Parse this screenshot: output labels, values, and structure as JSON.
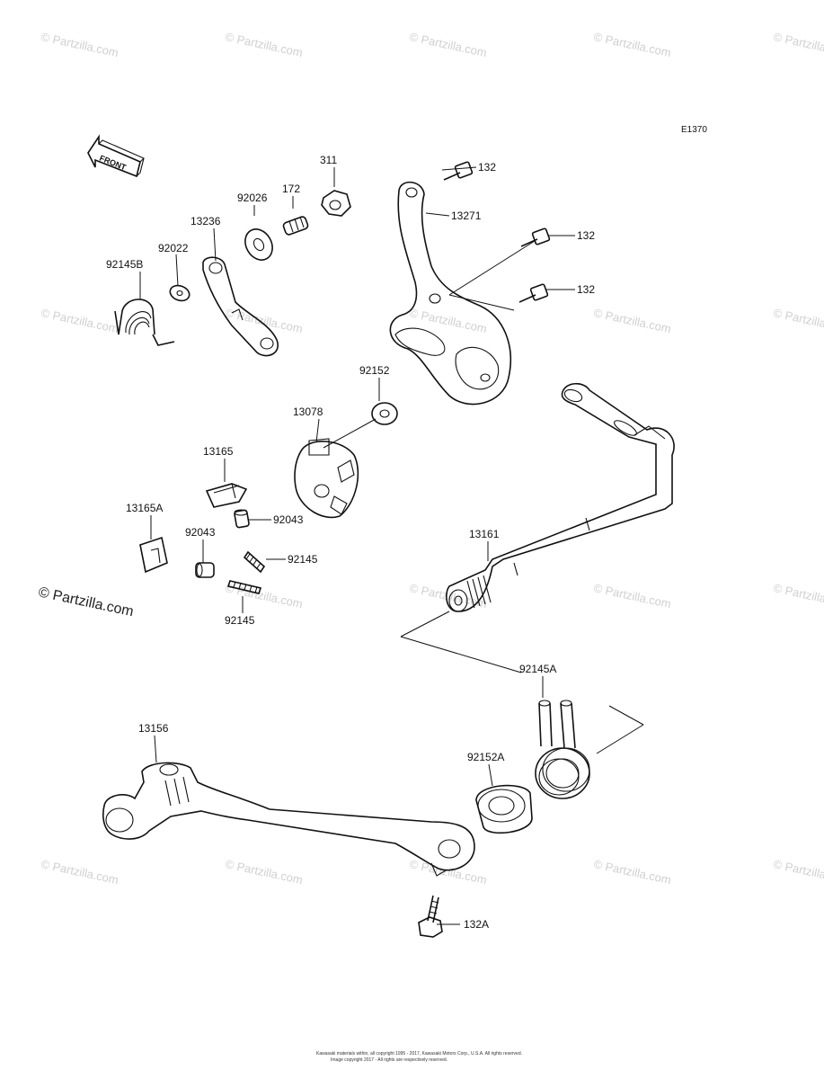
{
  "diagram": {
    "figure_id": "E1370",
    "front_marker": "FRONT",
    "parts": [
      {
        "id": "p311",
        "label": "311"
      },
      {
        "id": "p132a",
        "label": "132"
      },
      {
        "id": "p172",
        "label": "172"
      },
      {
        "id": "p92026",
        "label": "92026"
      },
      {
        "id": "p13271",
        "label": "13271"
      },
      {
        "id": "p13236",
        "label": "13236"
      },
      {
        "id": "p132b",
        "label": "132"
      },
      {
        "id": "p92022",
        "label": "92022"
      },
      {
        "id": "p92145B",
        "label": "92145B"
      },
      {
        "id": "p132c",
        "label": "132"
      },
      {
        "id": "p92152",
        "label": "92152"
      },
      {
        "id": "p13078",
        "label": "13078"
      },
      {
        "id": "p13165",
        "label": "13165"
      },
      {
        "id": "p92043a",
        "label": "92043"
      },
      {
        "id": "p13165A",
        "label": "13165A"
      },
      {
        "id": "p92043b",
        "label": "92043"
      },
      {
        "id": "p92145a",
        "label": "92145"
      },
      {
        "id": "p13161",
        "label": "13161"
      },
      {
        "id": "p92145b",
        "label": "92145"
      },
      {
        "id": "p92145A",
        "label": "92145A"
      },
      {
        "id": "p13156",
        "label": "13156"
      },
      {
        "id": "p92152A",
        "label": "92152A"
      },
      {
        "id": "p132A",
        "label": "132A"
      }
    ]
  },
  "watermark": {
    "text": "© Partzilla.com"
  },
  "footer": {
    "line1": "Kawasaki materials within, all copyright 1995 - 2017, Kawasaki Motors Corp., U.S.A. All rights reserved.",
    "line2": "Image copyright 2017 - All rights are respectively reserved."
  }
}
